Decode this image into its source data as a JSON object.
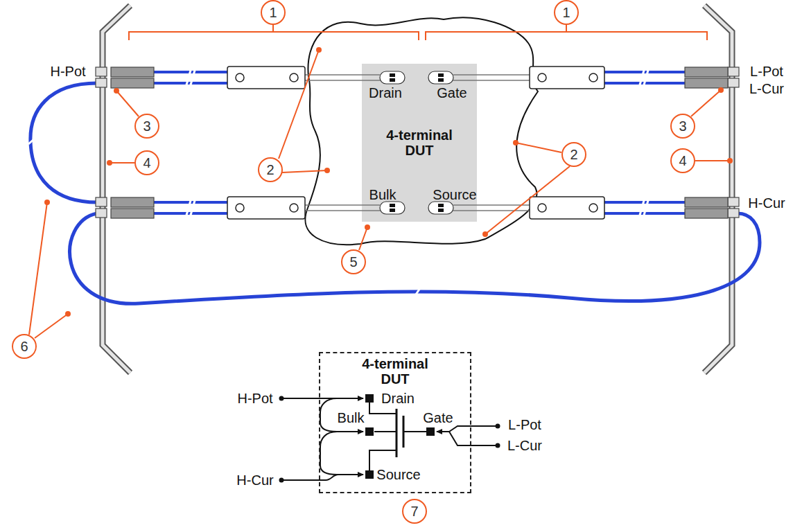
{
  "diagram": {
    "nodes": [
      {
        "text": [
          "4-terminal DUT"
        ]
      },
      {
        "text": [
          "4-terminal DUT"
        ]
      }
    ],
    "labels": [
      "1",
      "1",
      "H-Pot",
      "L-Pot",
      "L-Cur",
      "H-Cur",
      "2",
      "2",
      "3",
      "3",
      "4",
      "4",
      "5",
      "6",
      "Drain",
      "Gate",
      "Bulk",
      "Source",
      "H-Pot",
      "Drain",
      "Bulk",
      "Gate",
      "L-Pot",
      "L-Cur",
      "H-Cur",
      "Source",
      "7"
    ]
  }
}
